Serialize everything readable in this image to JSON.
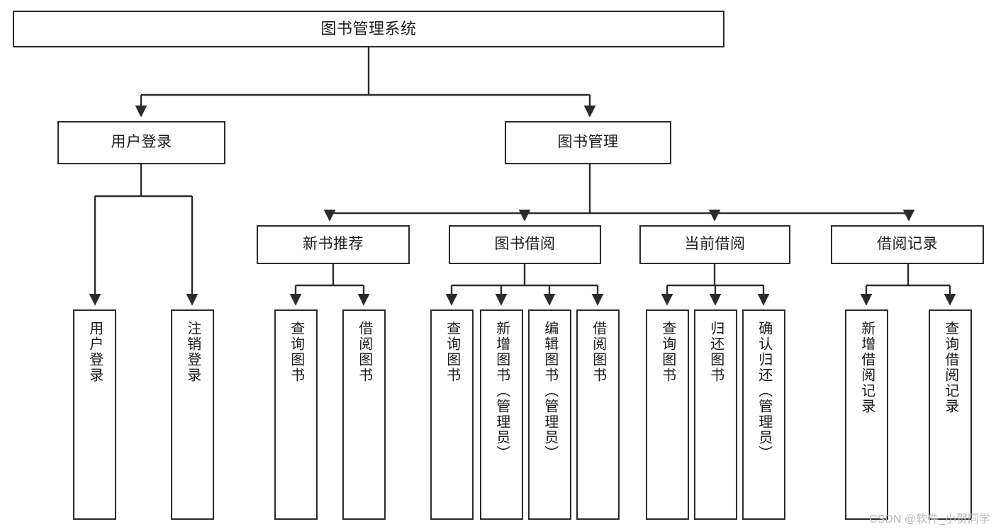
{
  "diagram": {
    "title": "图书管理系统",
    "type": "hierarchy-tree",
    "root": {
      "label": "图书管理系统"
    },
    "level1": [
      {
        "label": "用户登录"
      },
      {
        "label": "图书管理"
      }
    ],
    "level2": [
      {
        "label": "新书推荐"
      },
      {
        "label": "图书借阅"
      },
      {
        "label": "当前借阅"
      },
      {
        "label": "借阅记录"
      }
    ],
    "leaves": {
      "user_login": [
        {
          "label": "用户登录"
        },
        {
          "label": "注销登录"
        }
      ],
      "new_book_recommend": [
        {
          "label": "查询图书"
        },
        {
          "label": "借阅图书"
        }
      ],
      "book_borrow": [
        {
          "label": "查询图书"
        },
        {
          "label": "新增图书（管理员）"
        },
        {
          "label": "编辑图书（管理员）"
        },
        {
          "label": "借阅图书"
        }
      ],
      "current_borrow": [
        {
          "label": "查询图书"
        },
        {
          "label": "归还图书"
        },
        {
          "label": "确认归还（管理员）"
        }
      ],
      "borrow_records": [
        {
          "label": "新增借阅记录"
        },
        {
          "label": "查询借阅记录"
        }
      ]
    }
  },
  "watermark": {
    "text": "CSDN @软件_小贺同学"
  },
  "colors": {
    "stroke": "#2b2b2b",
    "background": "#ffffff",
    "text": "#1a1a1a",
    "watermark": "#b9b9b9"
  }
}
